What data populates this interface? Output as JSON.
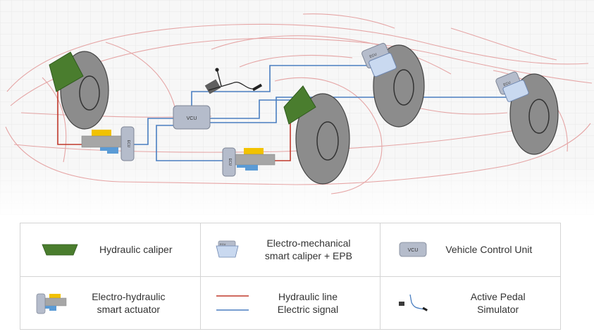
{
  "diagram": {
    "vcu_label": "VCU",
    "ecu_label": "ECU"
  },
  "legend": {
    "hydraulic_caliper": "Hydraulic caliper",
    "em_caliper_line1": "Electro-mechanical",
    "em_caliper_line2": "smart caliper + EPB",
    "vcu_icon_label": "VCU",
    "vcu_desc": "Vehicle Control Unit",
    "eh_actuator_line1": "Electro-hydraulic",
    "eh_actuator_line2": "smart actuator",
    "hydraulic_line": "Hydraulic line",
    "electric_signal": "Electric signal",
    "pedal_line1": "Active Pedal",
    "pedal_line2": "Simulator",
    "ecu_icon_label": "ECU"
  },
  "colors": {
    "hydraulic": "#c0392b",
    "electric": "#4a7fc1",
    "caliper_green": "#4a7d2e",
    "em_caliper_blue": "#c9d9f0",
    "vcu_grey": "#b5bccb",
    "tire": "#8c8c8c",
    "actuator_yellow": "#f2c200",
    "actuator_blue": "#5b9bd5",
    "actuator_grey": "#a6a6a6"
  }
}
